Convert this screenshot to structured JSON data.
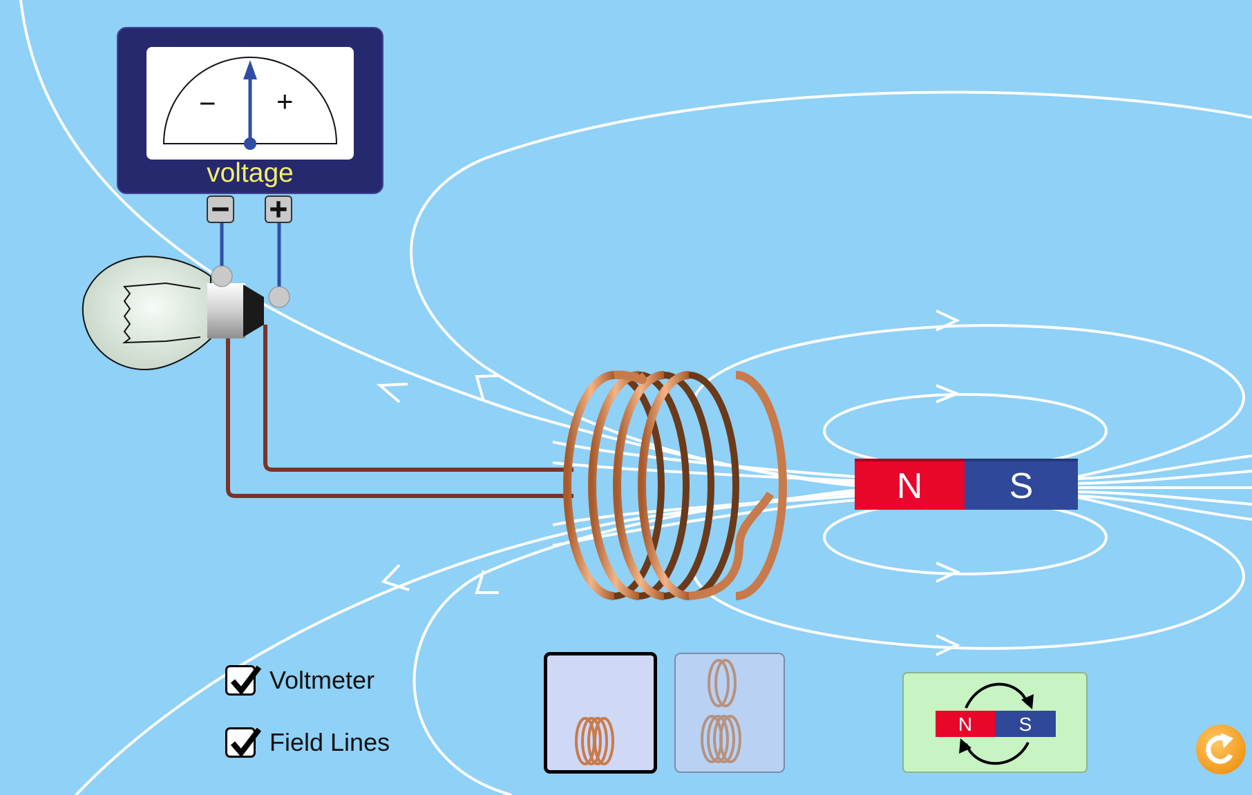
{
  "voltmeter": {
    "label": "voltage",
    "minus_sign": "−",
    "plus_sign": "+",
    "terminal_minus": "−",
    "terminal_plus": "+",
    "needle_reading": 0
  },
  "controls": {
    "voltmeter_checkbox": {
      "label": "Voltmeter",
      "checked": true
    },
    "field_lines_checkbox": {
      "label": "Field Lines",
      "checked": true
    }
  },
  "coil_selector": {
    "options": [
      {
        "name": "one-coil",
        "selected": true
      },
      {
        "name": "two-coils",
        "selected": false
      }
    ]
  },
  "magnet": {
    "north_label": "N",
    "south_label": "S",
    "north_color": "#e8062b",
    "south_color": "#2f489a"
  },
  "flip_button": {
    "north_label": "N",
    "south_label": "S",
    "icon": "flip-polarity-icon"
  },
  "reset_button": {
    "icon": "reset-icon"
  },
  "colors": {
    "background": "#8fd1f7",
    "field_line": "#ffffff",
    "voltmeter_body": "#26296e",
    "voltage_text": "#f4ef6a",
    "coil_copper": "#c87a4a",
    "wire": "#7a3326",
    "lead": "#2f4ea3"
  }
}
